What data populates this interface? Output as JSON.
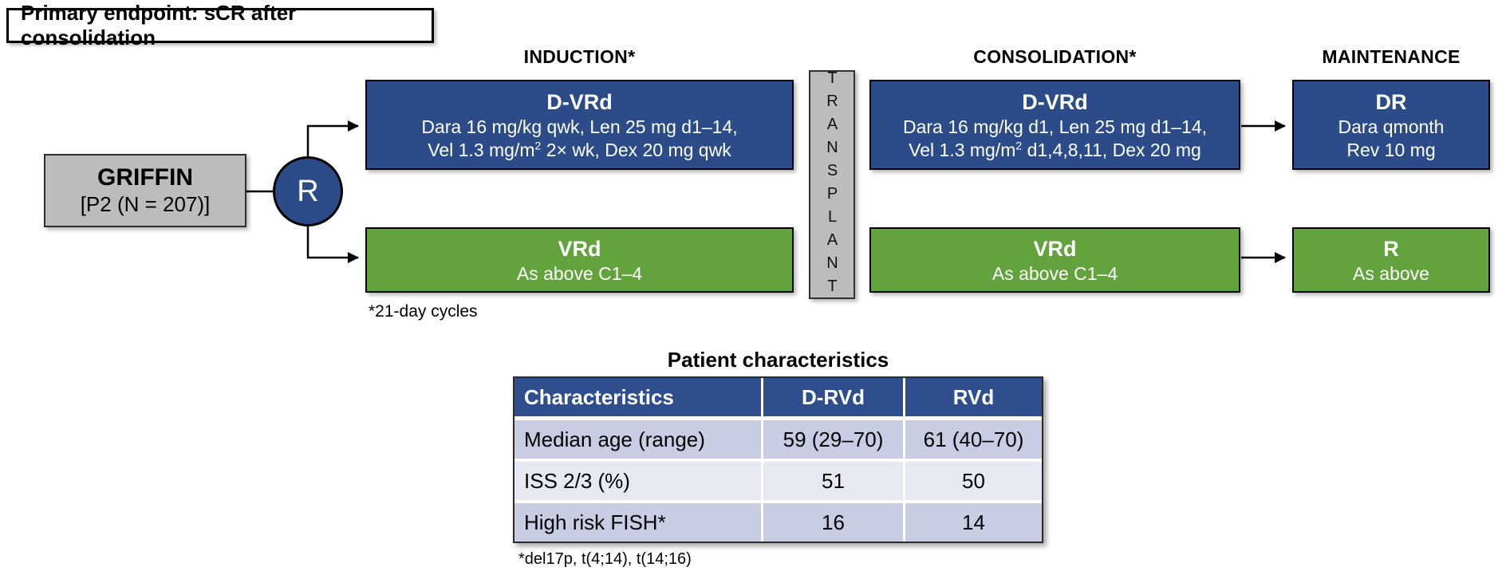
{
  "endpoint_banner": {
    "text": "Primary endpoint: sCR after consolidation"
  },
  "phase_headers": {
    "induction": "INDUCTION*",
    "consolidation": "CONSOLIDATION*",
    "maintenance": "MAINTENANCE"
  },
  "study": {
    "name": "GRIFFIN",
    "detail": "[P2 (N = 207)]"
  },
  "randomization": {
    "label": "R"
  },
  "transplant": {
    "label": "TRANSPLANT"
  },
  "arms": {
    "induction_dvrd": {
      "title": "D-VRd",
      "line1": "Dara 16 mg/kg qwk, Len 25 mg d1–14,",
      "line2_pre": "Vel 1.3 mg/m",
      "line2_sup": "2",
      "line2_post": " 2× wk, Dex 20 mg qwk"
    },
    "induction_vrd": {
      "title": "VRd",
      "line1": "As above C1–4"
    },
    "consolidation_dvrd": {
      "title": "D-VRd",
      "line1": "Dara 16 mg/kg d1, Len 25 mg d1–14,",
      "line2_pre": "Vel 1.3 mg/m",
      "line2_sup": "2",
      "line2_post": " d1,4,8,11, Dex 20 mg"
    },
    "consolidation_vrd": {
      "title": "VRd",
      "line1": "As above C1–4"
    },
    "maintenance_dr": {
      "title": "DR",
      "line1": "Dara qmonth",
      "line2": "Rev 10 mg"
    },
    "maintenance_r": {
      "title": "R",
      "line1": "As above"
    }
  },
  "footnotes": {
    "cycles": "*21-day cycles",
    "fish": "*del17p, t(4;14), t(14;16)"
  },
  "table": {
    "title": "Patient characteristics",
    "headers": [
      "Characteristics",
      "D-RVd",
      "RVd"
    ],
    "rows": [
      {
        "label": "Median age (range)",
        "drvd": "59 (29–70)",
        "rvd": "61 (40–70)"
      },
      {
        "label": "ISS 2/3 (%)",
        "drvd": "51",
        "rvd": "50"
      },
      {
        "label": "High risk FISH*",
        "drvd": "16",
        "rvd": "14"
      }
    ]
  },
  "colors": {
    "arm_blue": "#2b4c88",
    "arm_green": "#63a33d",
    "box_gray": "#bcbcbc",
    "table_header_blue": "#2e4e8e",
    "row_dark": "#c9cde3",
    "row_light": "#e7e9f2"
  }
}
